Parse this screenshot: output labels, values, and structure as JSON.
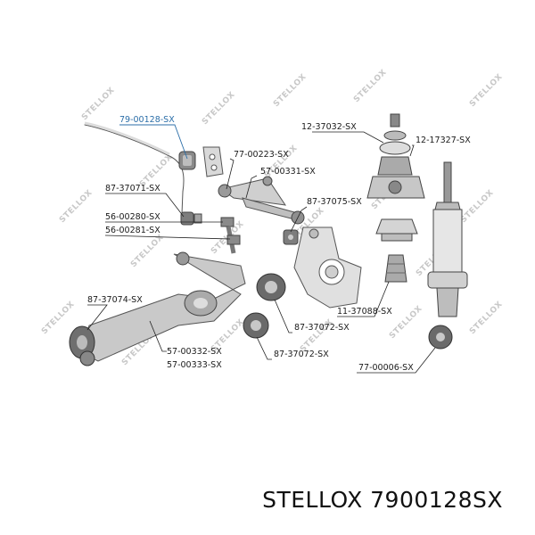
{
  "watermark": "STELLOX",
  "footer": {
    "brand": "STELLOX",
    "part_number": "7900128SX"
  },
  "highlight_color": "#2b6ea8",
  "labels": [
    "79-00128-SX",
    "77-00223-SX",
    "57-00331-SX",
    "87-37071-SX",
    "56-00280-SX",
    "56-00281-SX",
    "87-37075-SX",
    "12-37032-SX",
    "12-17327-SX",
    "87-37074-SX",
    "57-00332-SX",
    "57-00333-SX",
    "87-37072-SX",
    "87-37072-SX",
    "11-37088-SX",
    "77-00006-SX"
  ]
}
